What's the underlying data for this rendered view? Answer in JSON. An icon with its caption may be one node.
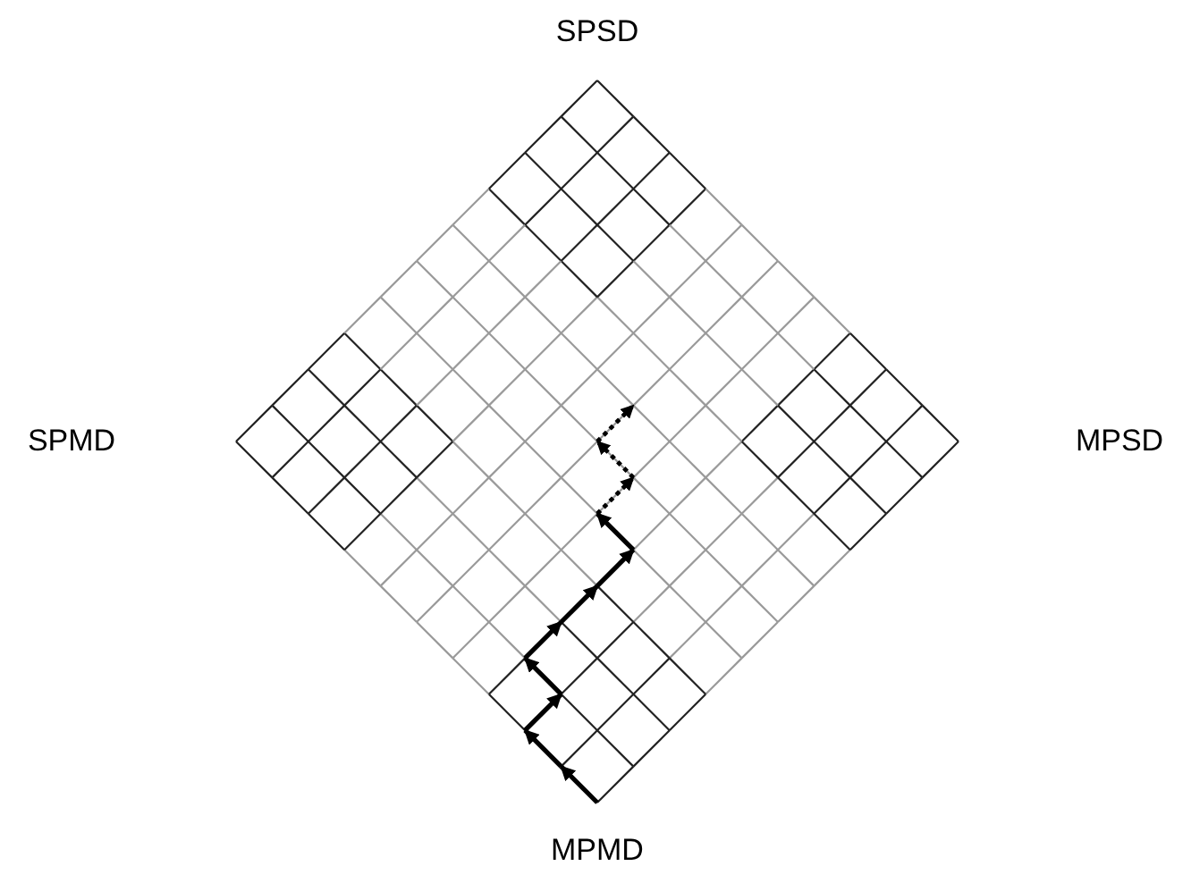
{
  "diagram": {
    "labels": [
      "SPSD",
      "SPMD",
      "MPSD",
      "MPMD"
    ]
  }
}
